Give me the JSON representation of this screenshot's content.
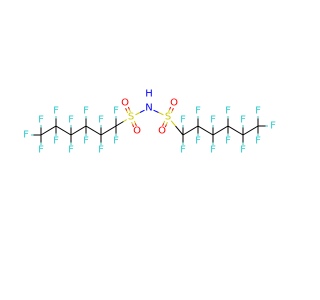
{
  "colors": {
    "background": "#ffffff",
    "carbon_bond": "#000000",
    "fluorine": "#33cccc",
    "sulfur": "#cccc00",
    "oxygen": "#ff0000",
    "nitrogen": "#0000ff"
  },
  "molecule": {
    "atom_labels": {
      "fluorine": "F",
      "sulfur": "S",
      "oxygen": "O",
      "nitrogen": "N",
      "hydrogen": "H"
    }
  }
}
